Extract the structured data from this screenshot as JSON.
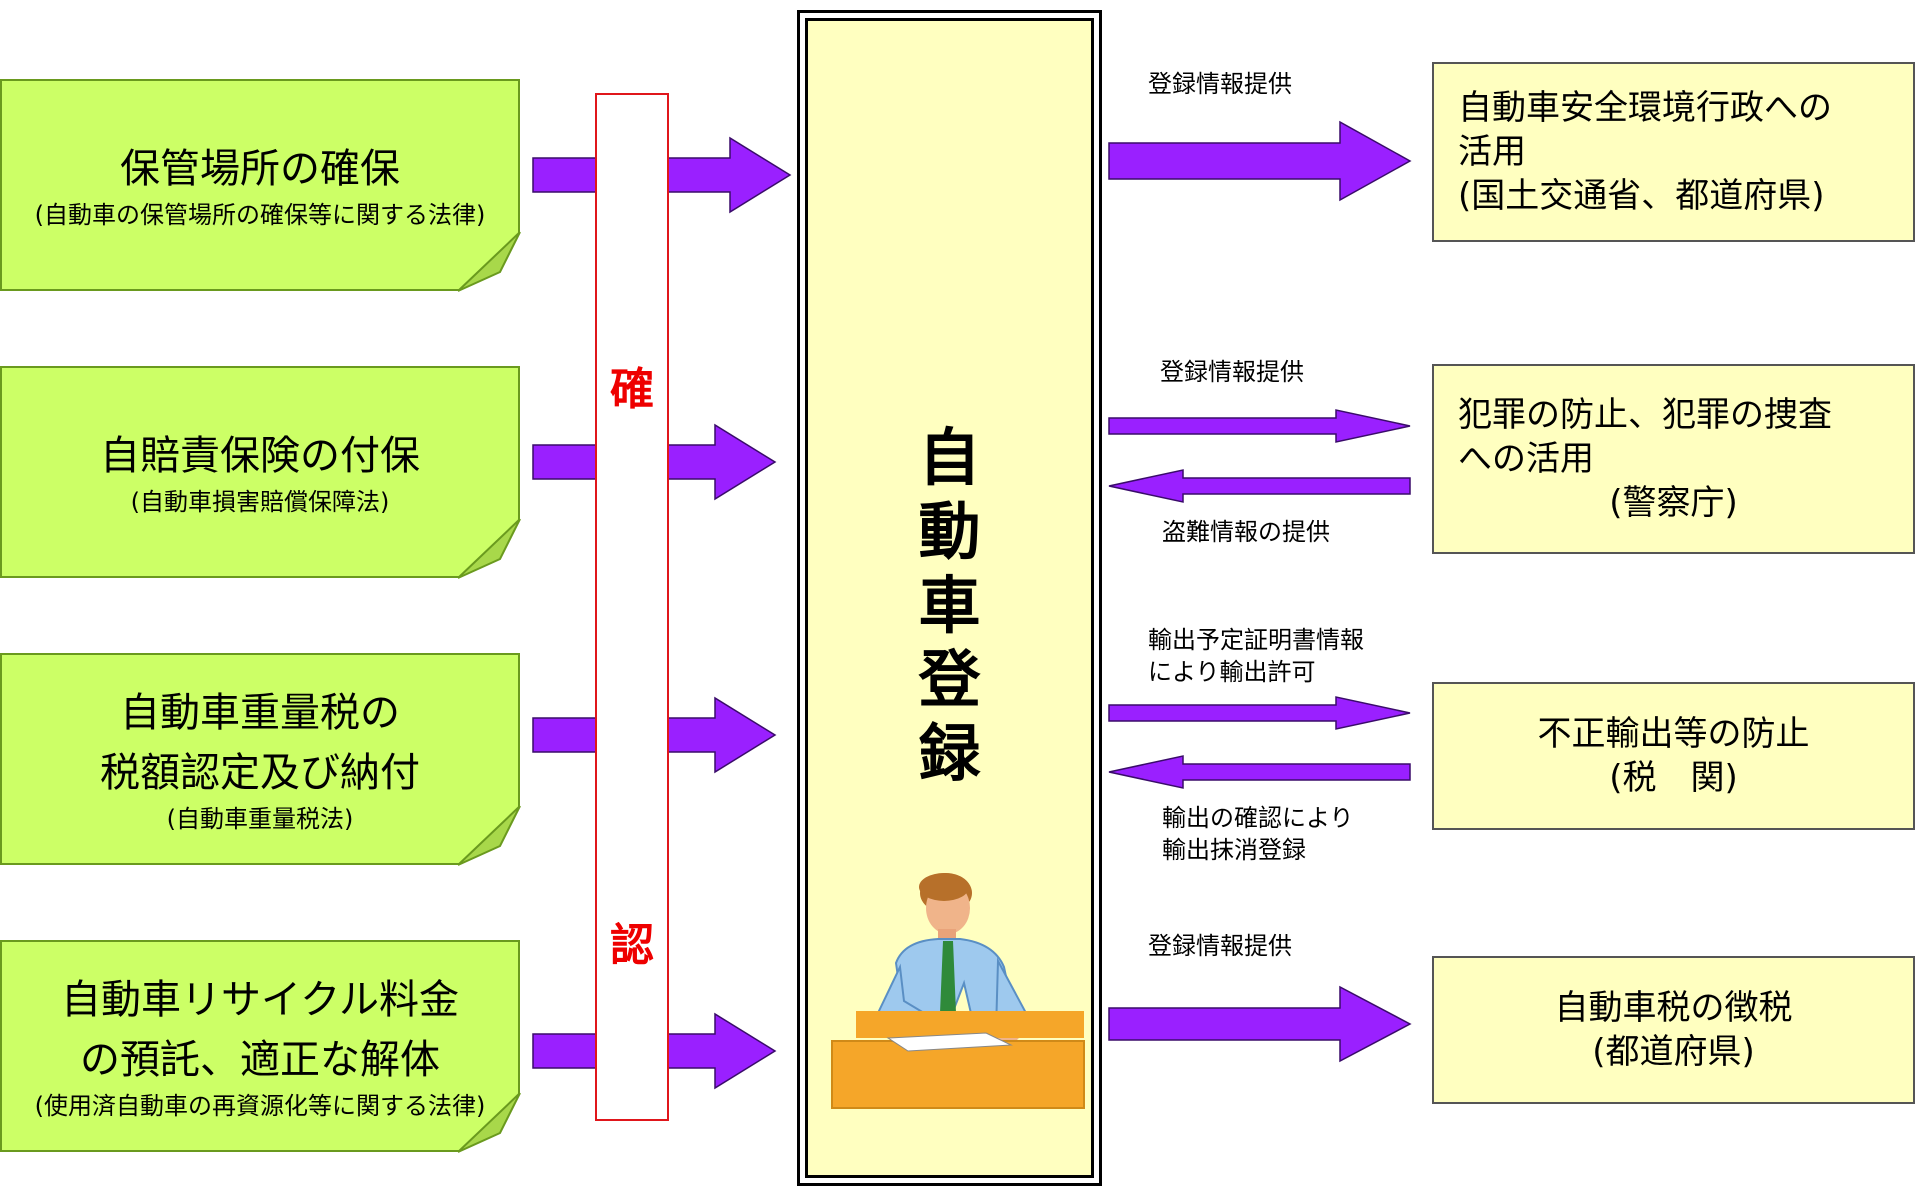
{
  "inputs": [
    {
      "title_lines": [
        "保管場所の確保"
      ],
      "law": "(自動車の保管場所の確保等に関する法律)"
    },
    {
      "title_lines": [
        "自賠責保険の付保"
      ],
      "law": "(自動車損害賠償保障法)"
    },
    {
      "title_lines": [
        "自動車重量税の",
        "税額認定及び納付"
      ],
      "law": "(自動車重量税法)"
    },
    {
      "title_lines": [
        "自動車リサイクル料金",
        "の預託、適正な解体"
      ],
      "law": "(使用済自動車の再資源化等に関する法律)"
    }
  ],
  "confirm": {
    "char1": "確",
    "char2": "認"
  },
  "center": {
    "title_chars": [
      "自",
      "動",
      "車",
      "登",
      "録"
    ]
  },
  "outputs": [
    {
      "lines": [
        "自動車安全環境行政への",
        "活用",
        "(国土交通省、都道府県)"
      ]
    },
    {
      "lines": [
        "犯罪の防止、犯罪の捜査",
        "への活用",
        "(警察庁)"
      ]
    },
    {
      "lines": [
        "不正輸出等の防止",
        "(税　関)"
      ]
    },
    {
      "lines": [
        "自動車税の徴税",
        "(都道府県)"
      ]
    }
  ],
  "flow_labels": {
    "out1_forward": "登録情報提供",
    "out2_forward": "登録情報提供",
    "out2_back": "盗難情報の提供",
    "out3_forward_1": "輸出予定証明書情報",
    "out3_forward_2": "により輸出許可",
    "out3_back_1": "輸出の確認により",
    "out3_back_2": "輸出抹消登録",
    "out4_forward": "登録情報提供"
  },
  "colors": {
    "note_fill": "#ccff66",
    "arrow_fill": "#9a20ff",
    "confirm_text": "#ee0000",
    "box_fill": "#ffffc0"
  }
}
